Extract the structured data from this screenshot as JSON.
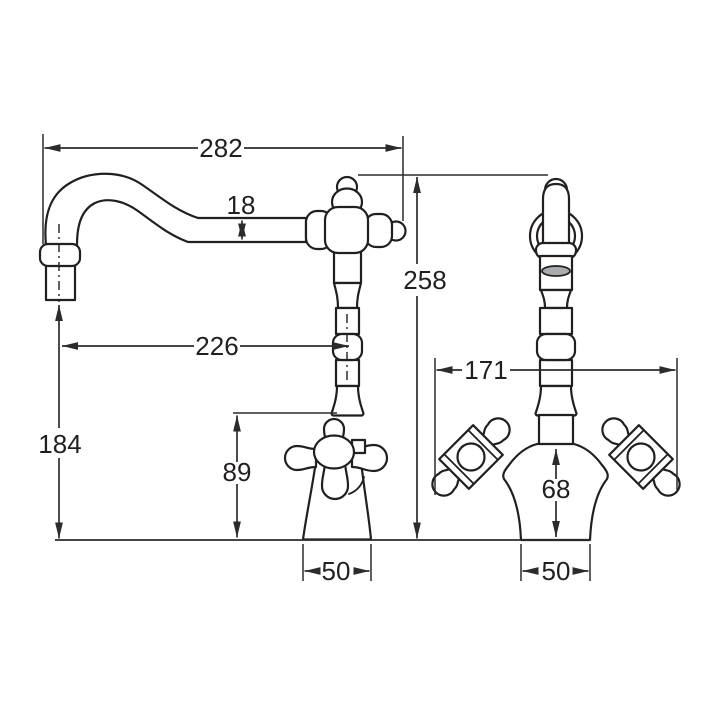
{
  "page": {
    "background": "#ffffff",
    "line_color": "#231f20"
  },
  "drawing": {
    "subject": "two-handle mixer tap dimensional drawing, side and front elevations",
    "views": {
      "side": {
        "dims": {
          "overall_reach": "282",
          "spout_tube": "18",
          "overall_height": "258",
          "outlet_offset": "226",
          "outlet_height": "184",
          "body_height": "89",
          "base_width": "50"
        }
      },
      "front": {
        "dims": {
          "handle_span": "171",
          "body_height": "68",
          "base_width": "50"
        }
      }
    }
  }
}
